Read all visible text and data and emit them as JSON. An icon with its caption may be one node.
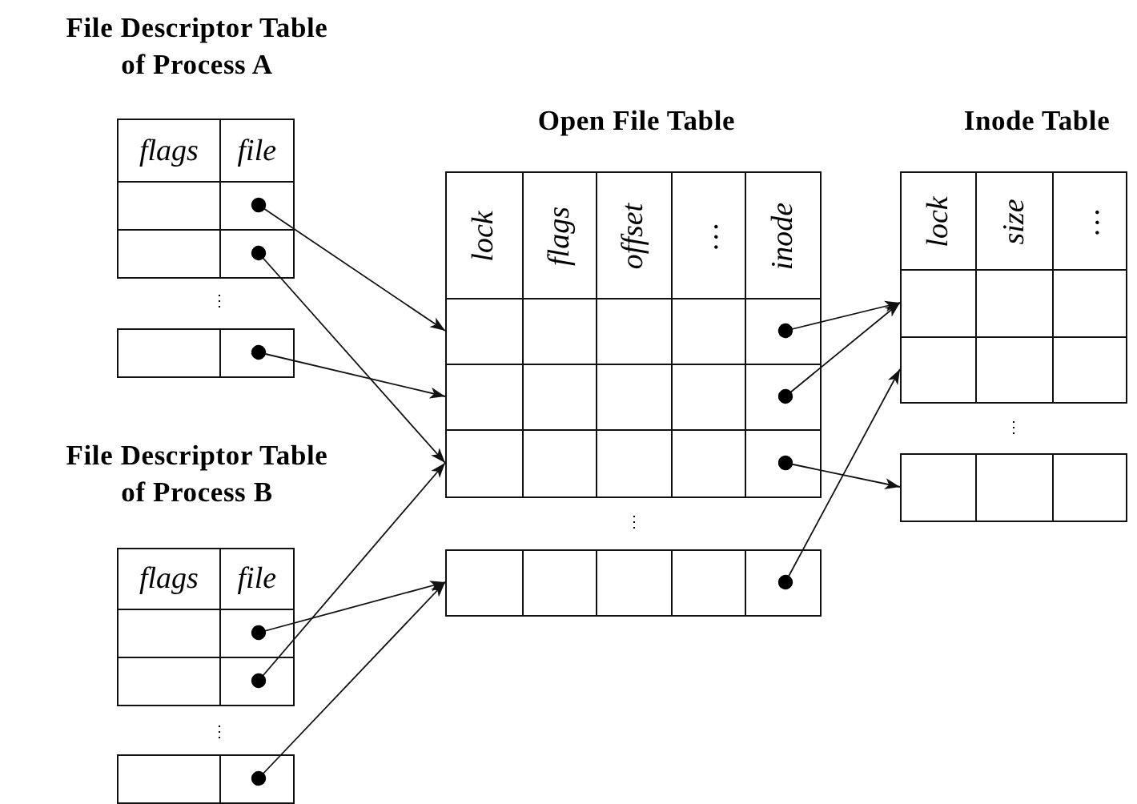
{
  "diagram": {
    "nodes": [
      {
        "text": [
          "flags",
          "file"
        ]
      },
      {
        "text": [],
        "shape": "box"
      },
      {
        "text": [],
        "shape": "box"
      },
      {
        "text": [],
        "shape": "box"
      },
      {
        "text": [
          "lock",
          "flags",
          "offset",
          "…",
          "inode"
        ]
      },
      {
        "text": [],
        "shape": "box"
      },
      {
        "text": [],
        "shape": "box"
      },
      {
        "text": [],
        "shape": "box"
      },
      {
        "text": [],
        "shape": "box"
      },
      {
        "text": [
          "lock",
          "size",
          "…"
        ]
      },
      {
        "text": [],
        "shape": "box"
      },
      {
        "text": [],
        "shape": "box"
      },
      {
        "text": [],
        "shape": "box"
      },
      {
        "text": [
          "flags",
          "file"
        ]
      },
      {
        "text": [],
        "shape": "box"
      },
      {
        "text": [],
        "shape": "box"
      },
      {
        "text": [],
        "shape": "box"
      }
    ],
    "edges": [
      {
        "from": 1,
        "to": 5,
        "arrow": "to"
      },
      {
        "from": 2,
        "to": 7,
        "arrow": "to"
      },
      {
        "from": 3,
        "to": 6,
        "arrow": "to"
      },
      {
        "from": 5,
        "to": 10,
        "arrow": "to"
      },
      {
        "from": 6,
        "to": 10,
        "arrow": "to"
      },
      {
        "from": 7,
        "to": 12,
        "arrow": "to"
      },
      {
        "from": 8,
        "to": 11,
        "arrow": "to"
      },
      {
        "from": 14,
        "to": 8,
        "arrow": "to"
      },
      {
        "from": 15,
        "to": 7,
        "arrow": "to"
      },
      {
        "from": 16,
        "to": 8,
        "arrow": "to"
      }
    ],
    "labels": [
      "File Descriptor Table of Process A",
      "Open File Table",
      "Inode Table",
      "⋮",
      "⋮",
      "⋮",
      "File Descriptor Table of Process B",
      "⋮"
    ]
  }
}
